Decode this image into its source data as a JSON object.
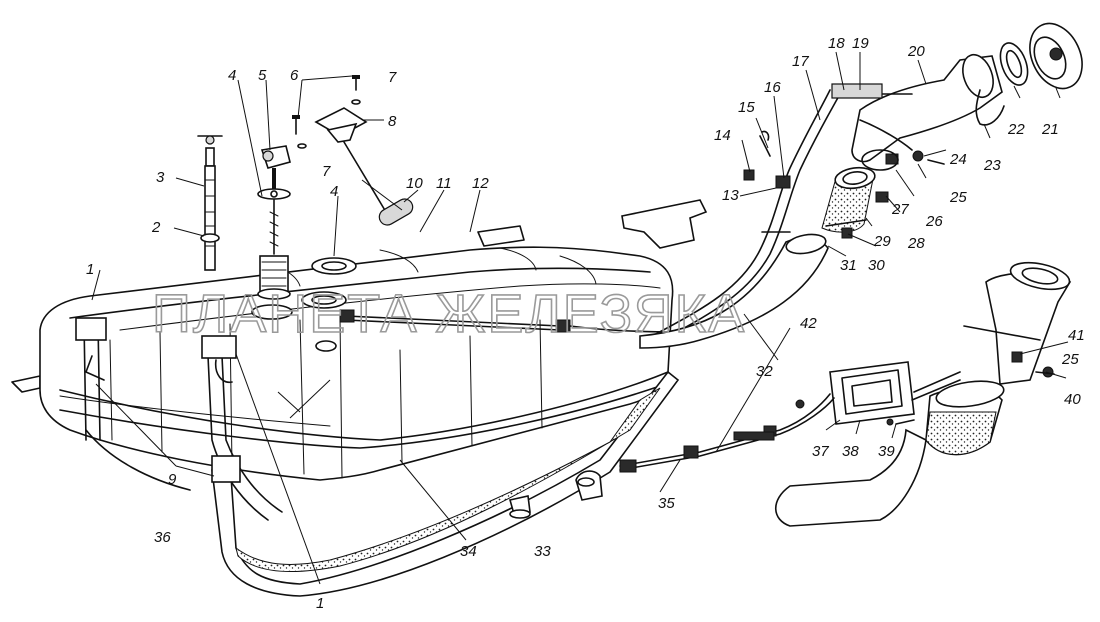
{
  "watermark": "ПЛАНЕТА ЖЕЛЕЗЯКА",
  "callouts": {
    "n1a": "1",
    "n1b": "1",
    "n2": "2",
    "n3": "3",
    "n4a": "4",
    "n4b": "4",
    "n5": "5",
    "n6": "6",
    "n7a": "7",
    "n7b": "7",
    "n8": "8",
    "n9": "9",
    "n10": "10",
    "n11": "11",
    "n12": "12",
    "n13": "13",
    "n14": "14",
    "n15": "15",
    "n16": "16",
    "n17": "17",
    "n18": "18",
    "n19": "19",
    "n20": "20",
    "n21": "21",
    "n22": "22",
    "n23": "23",
    "n24": "24",
    "n25a": "25",
    "n25b": "25",
    "n26": "26",
    "n27": "27",
    "n28": "28",
    "n29": "29",
    "n30": "30",
    "n31": "31",
    "n32": "32",
    "n33": "33",
    "n34": "34",
    "n35": "35",
    "n36": "36",
    "n37": "37",
    "n38": "38",
    "n39": "39",
    "n40": "40",
    "n41": "41",
    "n42": "42"
  }
}
